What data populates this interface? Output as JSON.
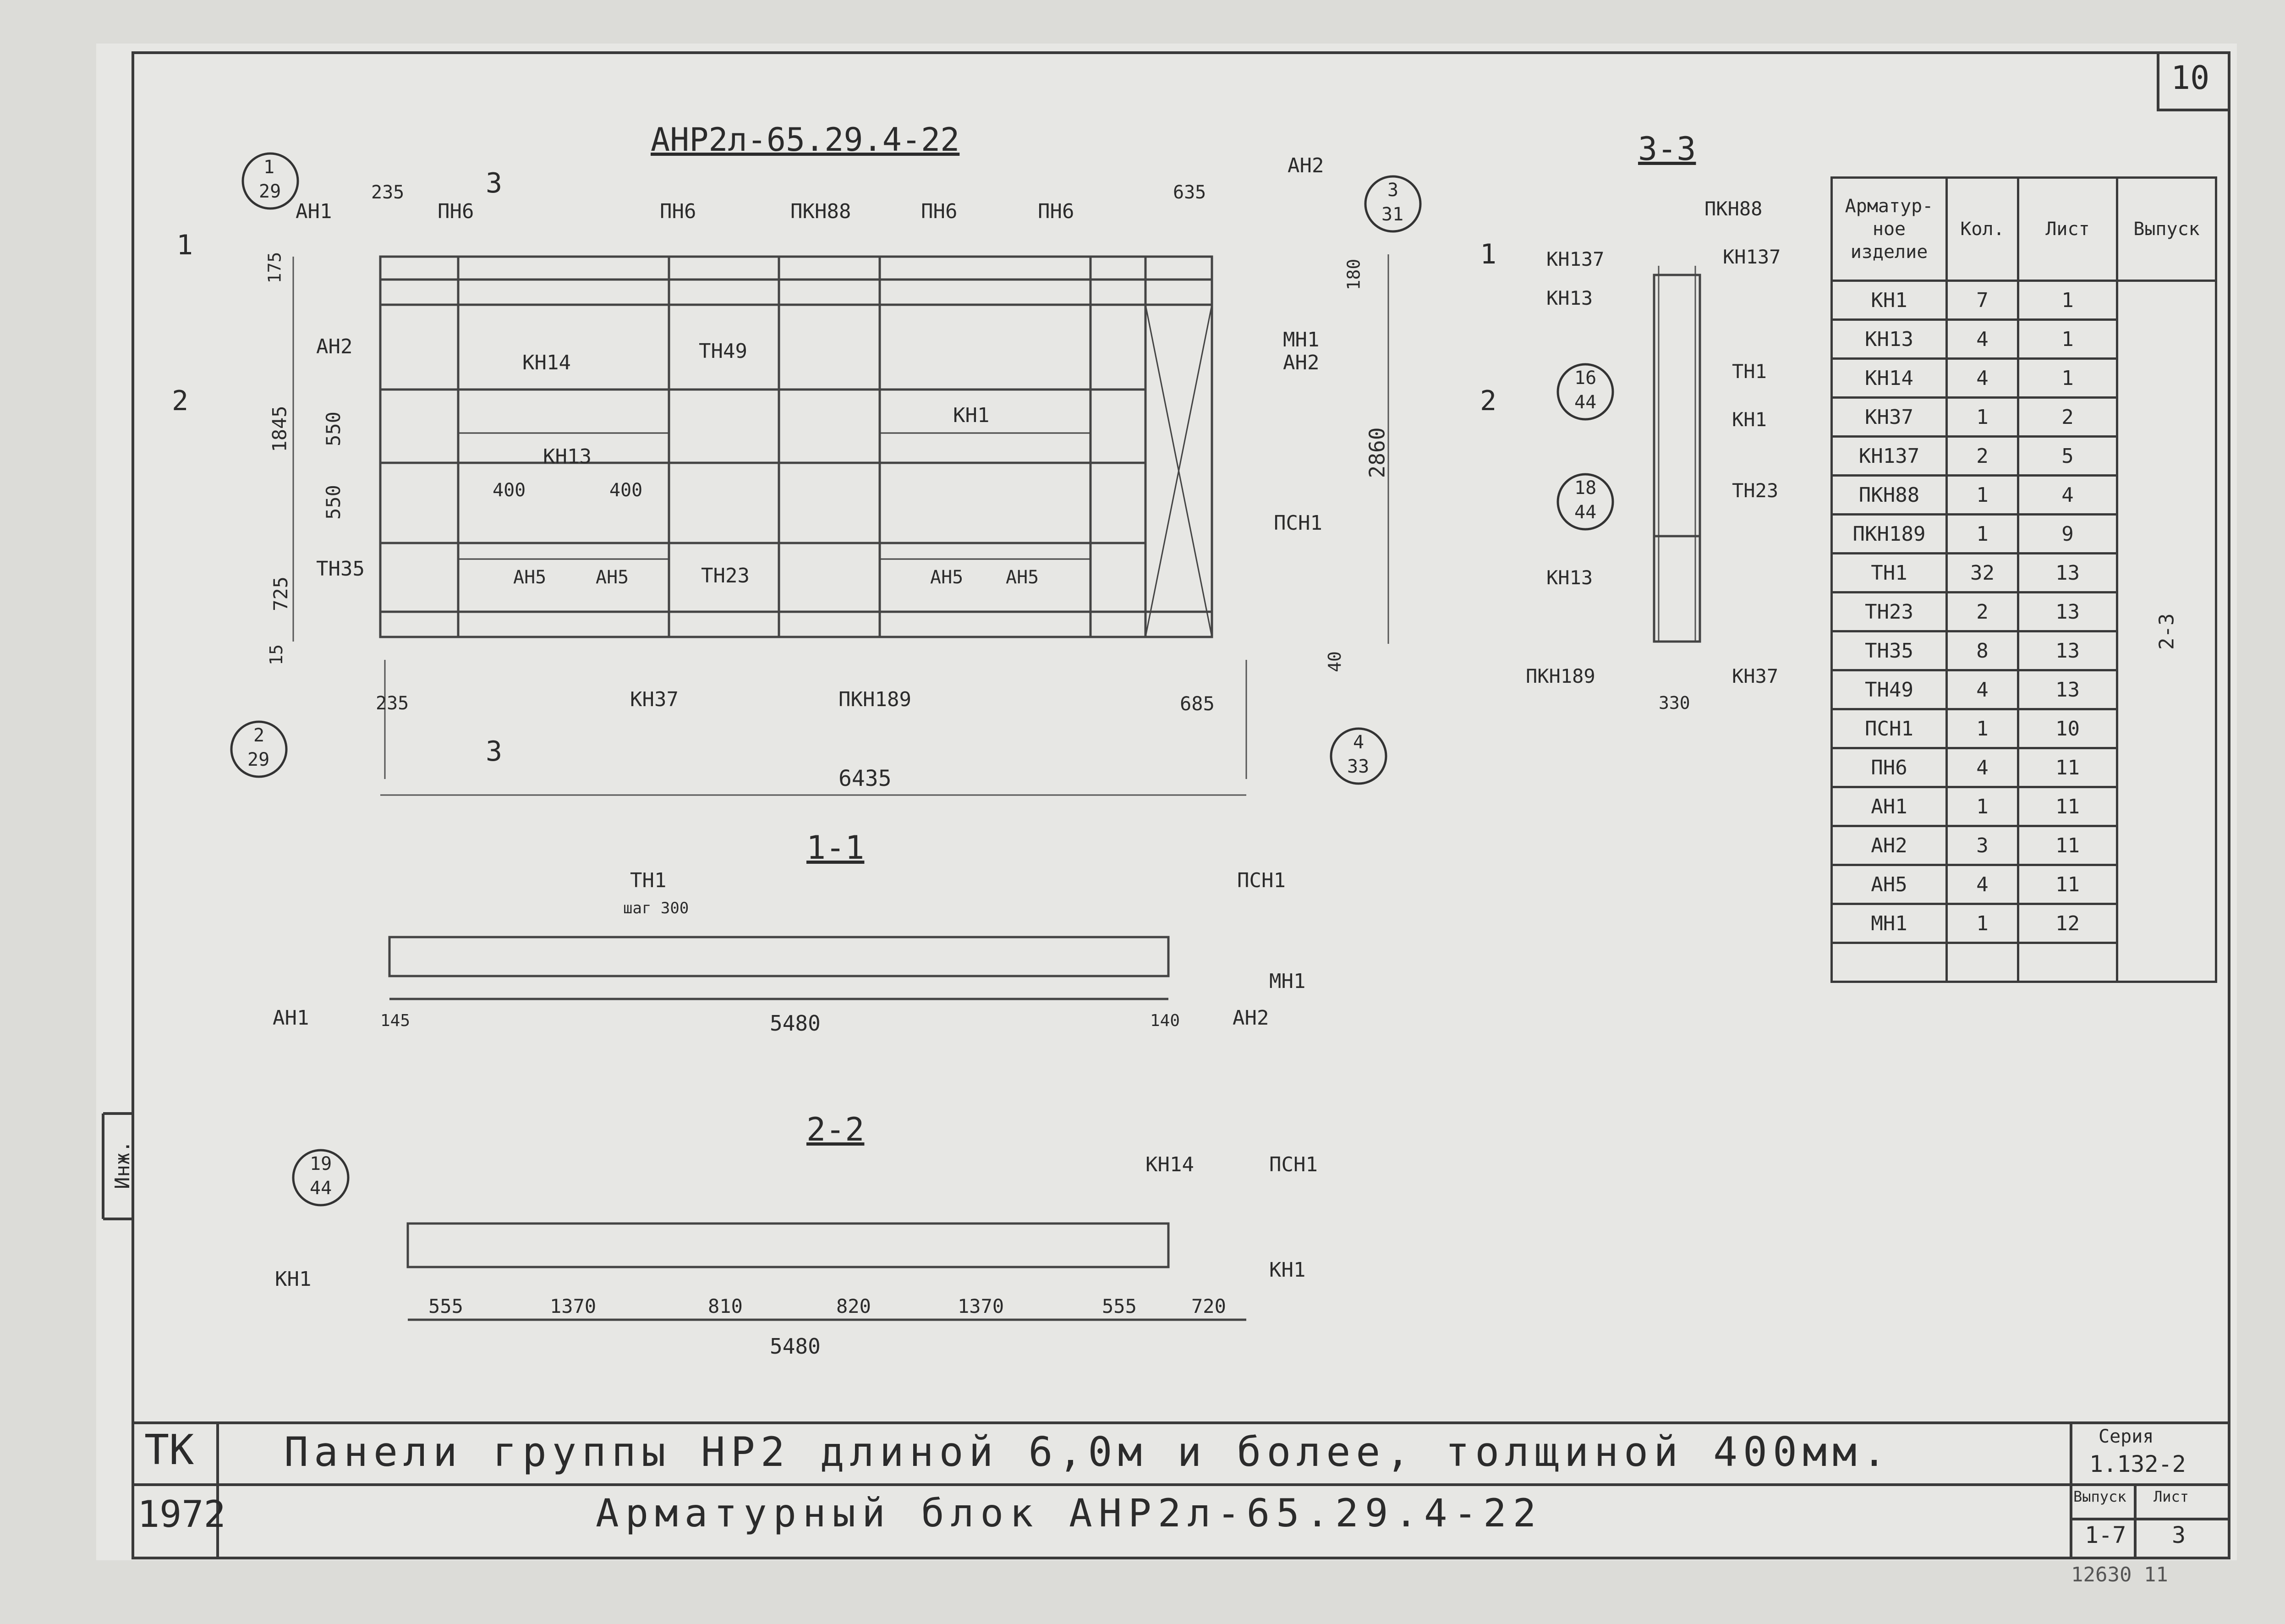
{
  "page_number": "10",
  "main_title": "АНР2л-65.29.4-22",
  "section_3_title": "3-3",
  "section_1_title": "1-1",
  "section_2_title": "2-2",
  "callouts": [
    {
      "top": "1",
      "bottom": "29"
    },
    {
      "top": "3",
      "bottom": "31"
    },
    {
      "top": "2",
      "bottom": "29"
    },
    {
      "top": "4",
      "bottom": "33"
    },
    {
      "top": "16",
      "bottom": "44"
    },
    {
      "top": "18",
      "bottom": "44"
    },
    {
      "top": "19",
      "bottom": "44"
    }
  ],
  "plan_labels": {
    "ah1": "АН1",
    "pn6": "ПН6",
    "pkn88": "ПКН88",
    "ah2": "АН2",
    "kn14": "КН14",
    "tn49": "ТН49",
    "kn1": "КН1",
    "kn13": "КН13",
    "mn1": "МН1",
    "psn1": "ПСН1",
    "tn35": "ТН35",
    "ah5": "АН5",
    "tn23": "ТН23",
    "kn37": "КН37",
    "pkn189": "ПКН189"
  },
  "section_marks": {
    "s1": "1",
    "s2": "2",
    "s3": "3"
  },
  "dimensions": {
    "d235": "235",
    "d635": "635",
    "d175": "175",
    "d180": "180",
    "d1845": "1845",
    "d550a": "550",
    "d550b": "550",
    "d400a": "400",
    "d400b": "400",
    "d725": "725",
    "d15": "15",
    "d2860": "2860",
    "d40": "40",
    "d685": "685",
    "d6435": "6435"
  },
  "section3_labels": {
    "pkn88": "ПКН88",
    "kn137a": "КН137",
    "kn137b": "КН137",
    "kn13a": "КН13",
    "tn1": "ТН1",
    "kn1": "КН1",
    "tn23": "ТН23",
    "kn13b": "КН13",
    "pkn189": "ПКН189",
    "kn37": "КН37",
    "d330": "330"
  },
  "section1_labels": {
    "tn1": "ТН1",
    "step": "шаг 300",
    "psn1": "ПСН1",
    "mn1": "МН1",
    "ah1": "АН1",
    "ah2": "АН2",
    "d145": "145",
    "d5480": "5480",
    "d140": "140"
  },
  "section2_labels": {
    "kn14": "КН14",
    "psn1": "ПСН1",
    "kn1a": "КН1",
    "kn1b": "КН1",
    "dims": [
      "555",
      "1370",
      "810",
      "820",
      "1370",
      "555",
      "720"
    ],
    "total": "5480"
  },
  "spec_table": {
    "headers": [
      "Арматур-ное изделие",
      "Кол.",
      "Лист",
      "Выпуск"
    ],
    "rows": [
      [
        "КН1",
        "7",
        "1"
      ],
      [
        "КН13",
        "4",
        "1"
      ],
      [
        "КН14",
        "4",
        "1"
      ],
      [
        "КН37",
        "1",
        "2"
      ],
      [
        "КН137",
        "2",
        "5"
      ],
      [
        "ПКН88",
        "1",
        "4"
      ],
      [
        "ПКН189",
        "1",
        "9"
      ],
      [
        "ТН1",
        "32",
        "13"
      ],
      [
        "ТН23",
        "2",
        "13"
      ],
      [
        "ТН35",
        "8",
        "13"
      ],
      [
        "ТН49",
        "4",
        "13"
      ],
      [
        "ПСН1",
        "1",
        "10"
      ],
      [
        "ПН6",
        "4",
        "11"
      ],
      [
        "АН1",
        "1",
        "11"
      ],
      [
        "АН2",
        "3",
        "11"
      ],
      [
        "АН5",
        "4",
        "11"
      ],
      [
        "МН1",
        "1",
        "12"
      ]
    ],
    "issue": "2-3"
  },
  "side_stamp": "Инж.",
  "title_block": {
    "org": "ТК",
    "year": "1972",
    "line1": "Панели группы НР2 длиной 6,0м и более, толщиной 400мм.",
    "line2": "Арматурный блок АНР2л-65.29.4-22",
    "series_label": "Серия",
    "series_value": "1.132-2",
    "issue_label": "Выпуск",
    "issue_value": "1-7",
    "sheet_label": "Лист",
    "sheet_value": "3"
  },
  "archive_number": "12630 11"
}
